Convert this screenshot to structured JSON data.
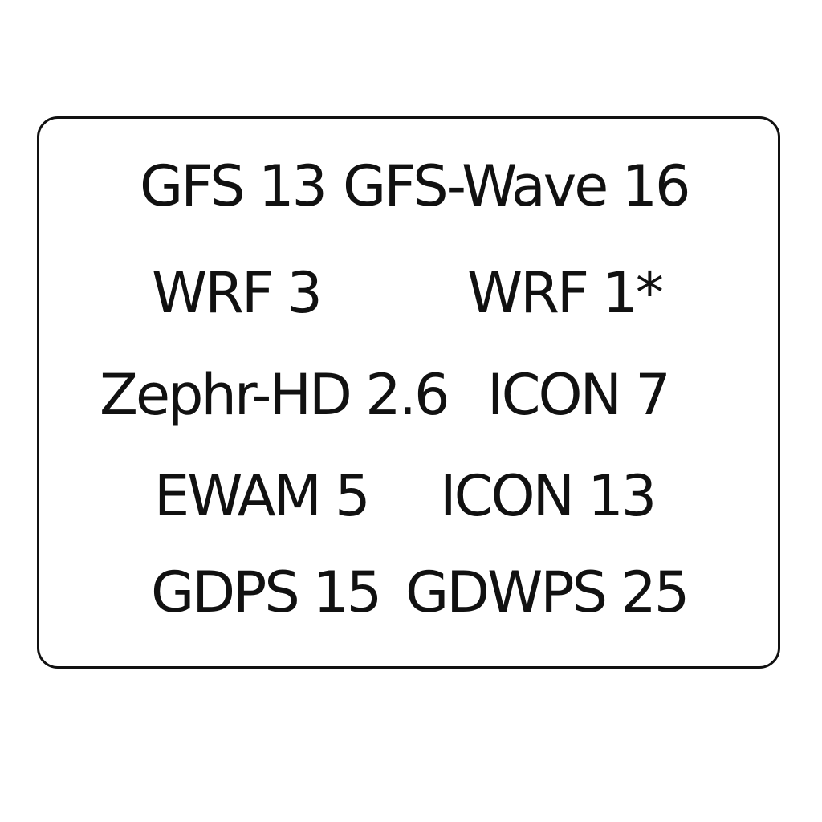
{
  "panel": {
    "models": [
      {
        "label": "GFS 13"
      },
      {
        "label": "GFS-Wave 16"
      },
      {
        "label": "WRF 3"
      },
      {
        "label": "WRF 1*"
      },
      {
        "label": "Zephr-HD 2.6"
      },
      {
        "label": "ICON 7"
      },
      {
        "label": "EWAM 5"
      },
      {
        "label": "ICON 13"
      },
      {
        "label": "GDPS 15"
      },
      {
        "label": "GDWPS 25"
      }
    ]
  }
}
